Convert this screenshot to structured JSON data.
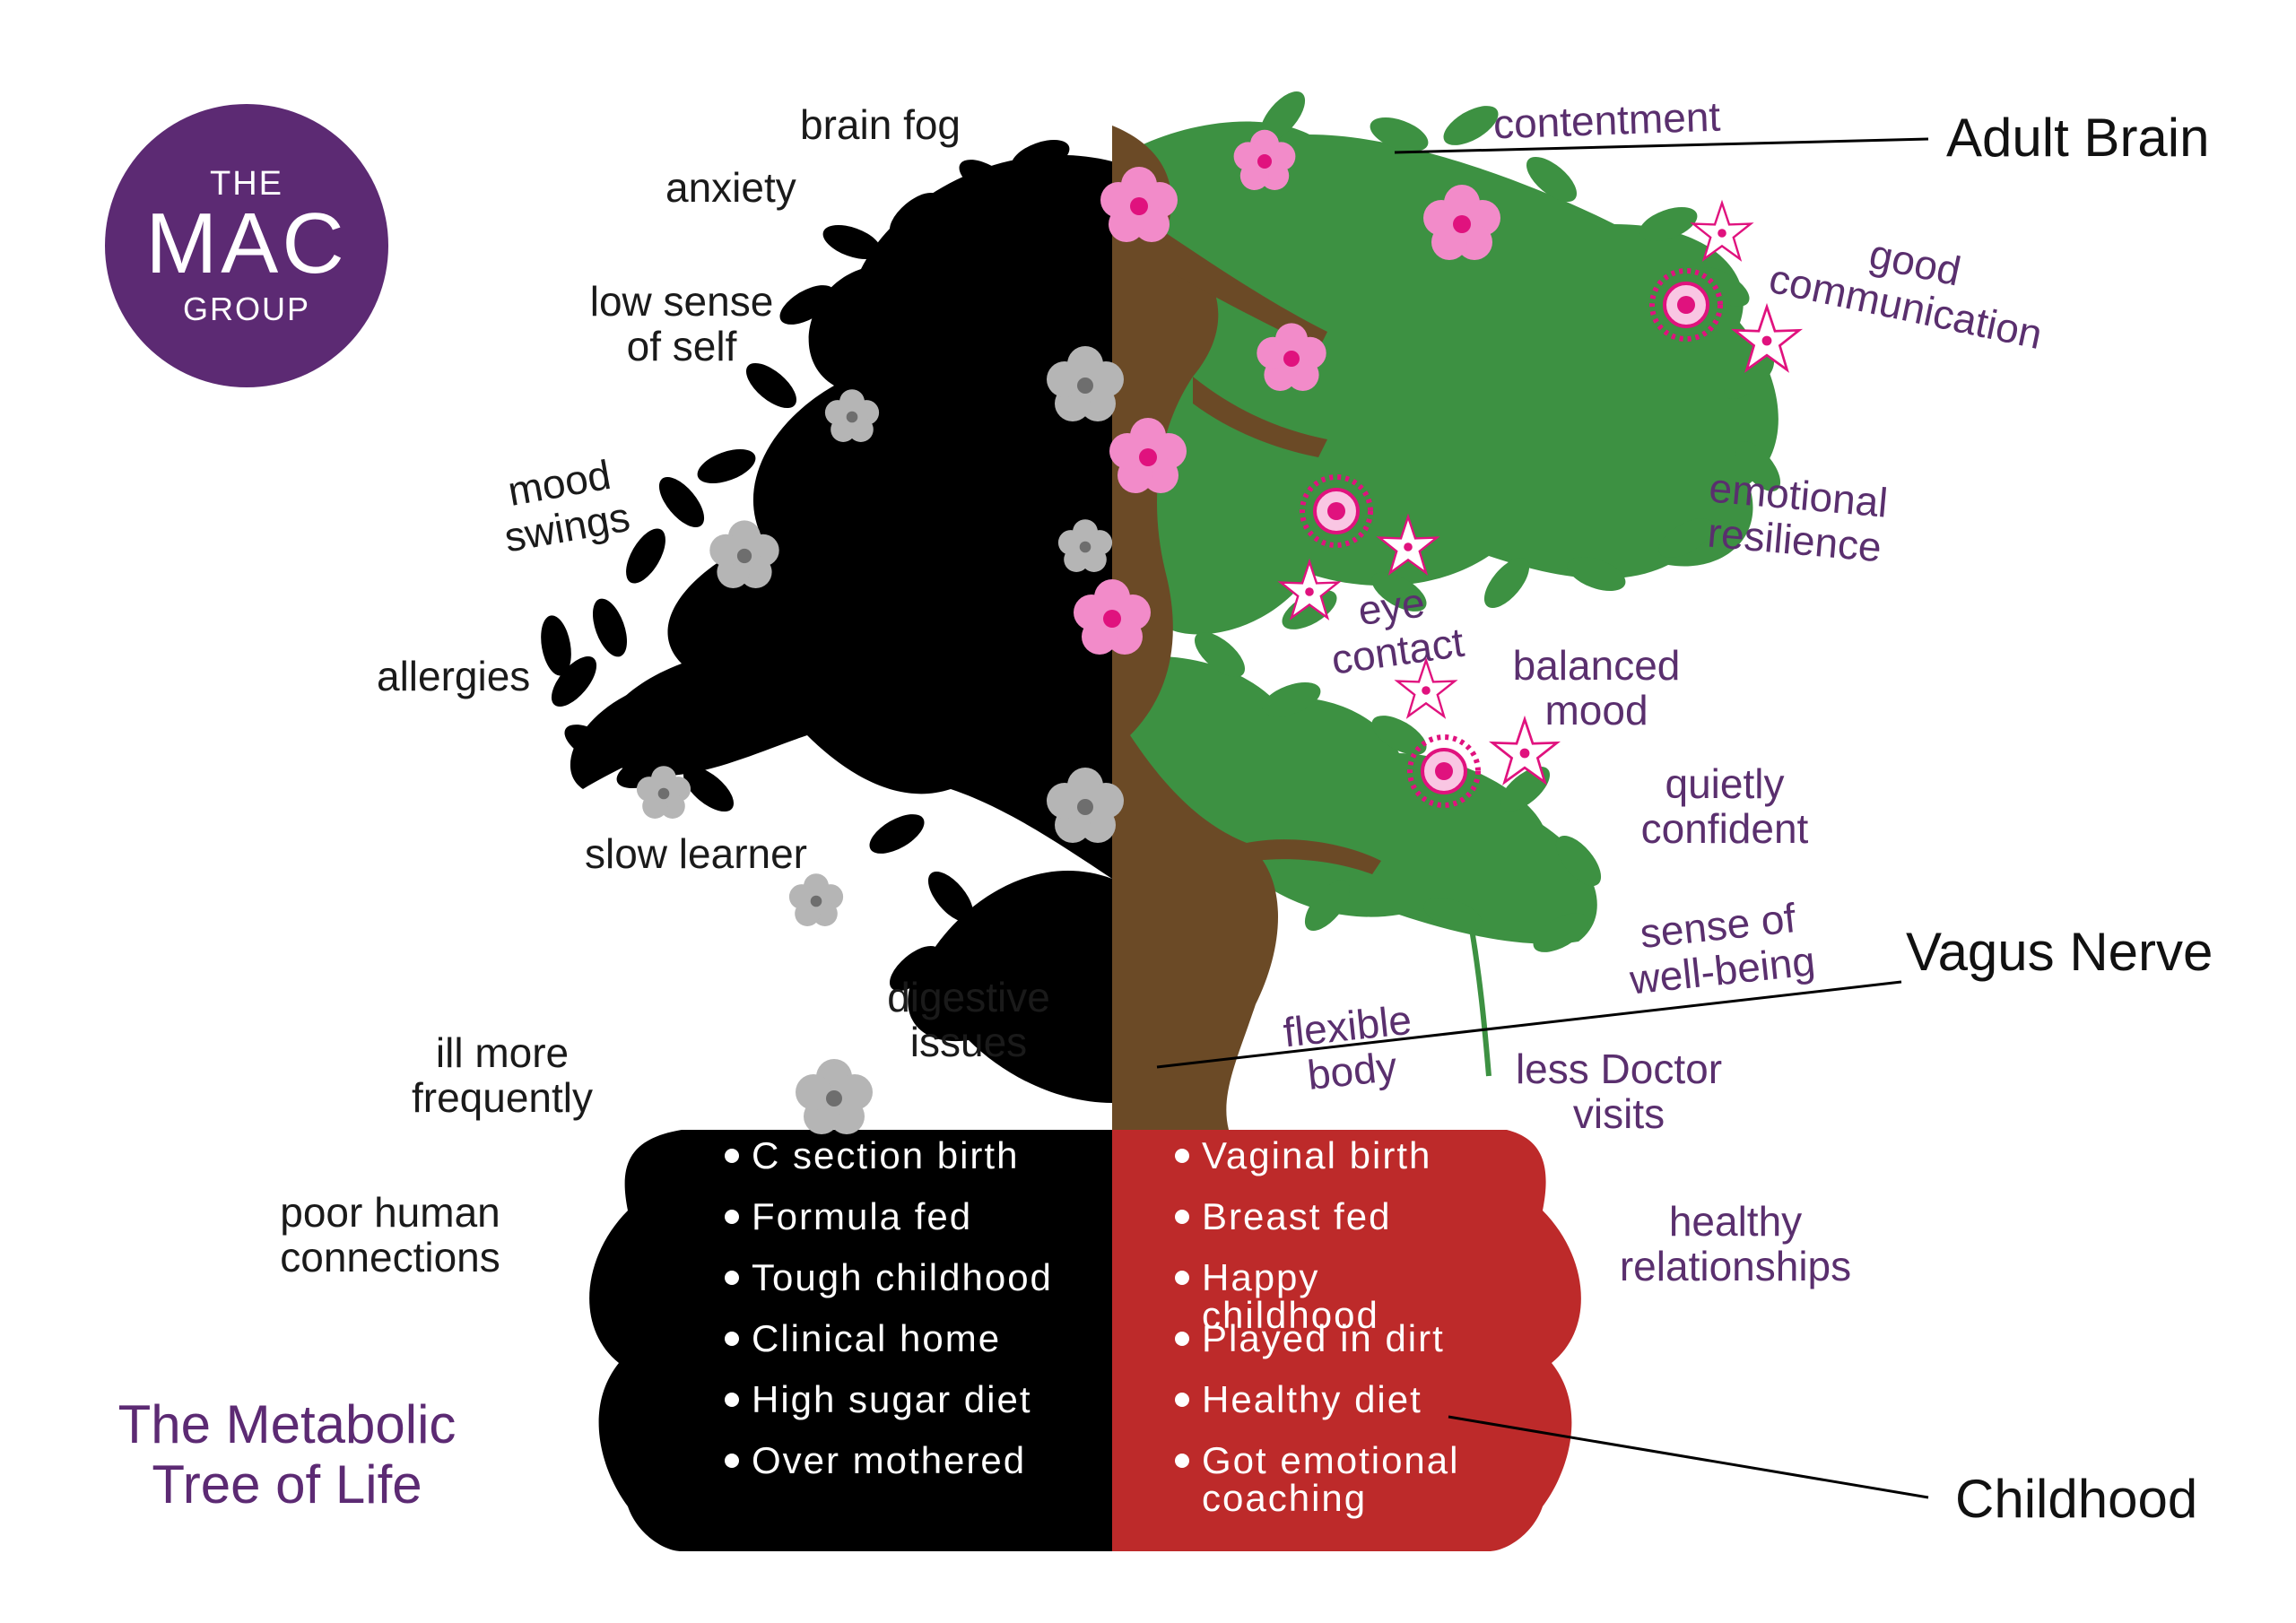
{
  "title_lines": [
    "The Metabolic",
    "Tree of Life"
  ],
  "logo": {
    "the": "THE",
    "mac": "MAC",
    "group": "GROUP"
  },
  "side_labels": {
    "adult_brain": "Adult Brain",
    "vagus_nerve": "Vagus Nerve",
    "childhood": "Childhood"
  },
  "negative_traits": {
    "brain_fog": "brain fog",
    "anxiety": "anxiety",
    "low_sense_of_self": [
      "low sense",
      "of self"
    ],
    "mood_swings": [
      "mood",
      "swings"
    ],
    "allergies": "allergies",
    "slow_learner": "slow learner",
    "digestive_issues": [
      "digestive",
      "issues"
    ],
    "ill_more_frequently": [
      "ill more",
      "frequently"
    ],
    "poor_human_connections": [
      "poor human",
      "connections"
    ]
  },
  "positive_traits": {
    "contentment": "contentment",
    "good_communication": [
      "good",
      "communication"
    ],
    "emotional_resilience": [
      "emotional",
      "resilience"
    ],
    "eye_contact": [
      "eye",
      "contact"
    ],
    "balanced_mood": [
      "balanced",
      "mood"
    ],
    "quietly_confident": [
      "quietly",
      "confident"
    ],
    "sense_of_well_being": [
      "sense of",
      "well-being"
    ],
    "flexible_body": [
      "flexible",
      "body"
    ],
    "less_doctor_visits": [
      "less Doctor",
      "visits"
    ],
    "healthy_relationships": [
      "healthy",
      "relationships"
    ]
  },
  "pot_left_items": [
    "C section birth",
    "Formula fed",
    "Tough childhood",
    "Clinical home",
    "High sugar diet",
    "Over mothered"
  ],
  "pot_right_items": [
    "Vaginal birth",
    "Breast fed",
    "Happy childhood",
    "Played in dirt",
    "Healthy diet",
    "Got emotional coaching"
  ],
  "colors": {
    "purple": "#5c2a73",
    "positive_text": "#5a2f6e",
    "leaf_green": "#3d9142",
    "trunk_brown": "#6b4a26",
    "pot_red": "#bd2a2a",
    "black": "#000000",
    "pink_flower": "#f28bc9",
    "grey_flower": "#b5b5b5"
  }
}
